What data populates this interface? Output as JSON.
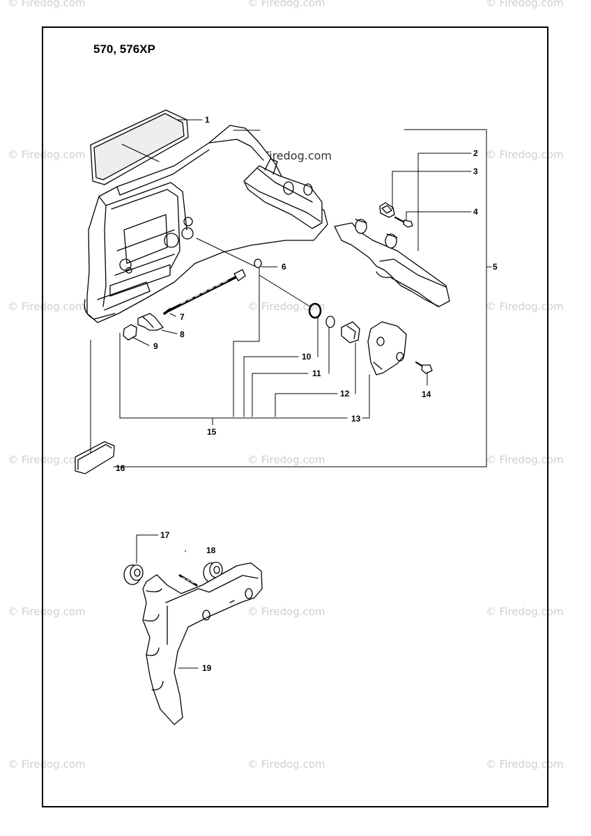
{
  "title": "570, 576XP",
  "watermark": "© Firedog.com",
  "callouts": [
    "1",
    "2",
    "3",
    "4",
    "5",
    "6",
    "7",
    "8",
    "9",
    "10",
    "11",
    "12",
    "13",
    "14",
    "15",
    "16",
    "17",
    "18",
    "19"
  ]
}
